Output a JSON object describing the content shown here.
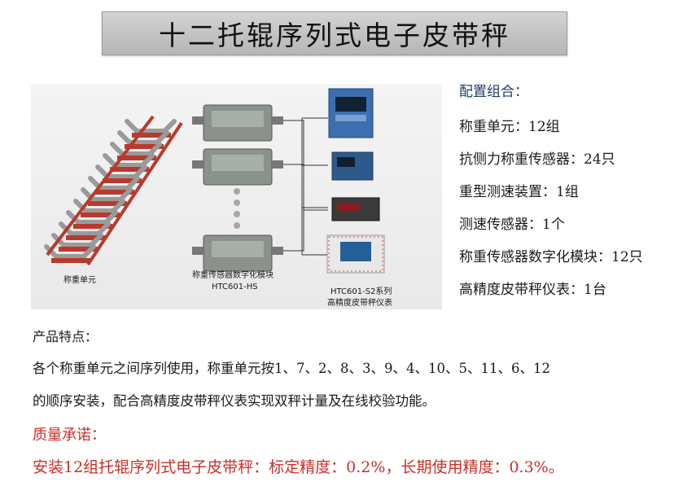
{
  "title": "十二托辊序列式电子皮带秤",
  "diagram": {
    "weighing_unit_label": "称重单元",
    "module_label": "称重传感器数字化模块",
    "module_model": "HTC601-HS",
    "instrument_model": "HTC601-S2系列",
    "instrument_label": "高精度皮带秤仪表"
  },
  "config": {
    "heading": "配置组合：",
    "items": [
      "称重单元：12组",
      "抗侧力称重传感器：24只",
      "重型测速装置：1组",
      "测速传感器：1个",
      "称重传感器数字化模块：12只",
      "高精度皮带秤仪表：1台"
    ]
  },
  "features": {
    "heading": "产品特点：",
    "lines": [
      "各个称重单元之间序列使用，称重单元按1、7、2、8、3、9、4、10、5、11、6、12",
      "的顺序安装，配合高精度皮带秤仪表实现双秤计量及在线校验功能。"
    ]
  },
  "promise": {
    "heading": "质量承诺：",
    "text": "安装12组托辊序列式电子皮带秤：标定精度：0.2%，长期使用精度：0.3%。"
  },
  "colors": {
    "accent_red": "#c8302a",
    "heading_blue": "#223a66",
    "idler_red": "#b83a2c"
  }
}
